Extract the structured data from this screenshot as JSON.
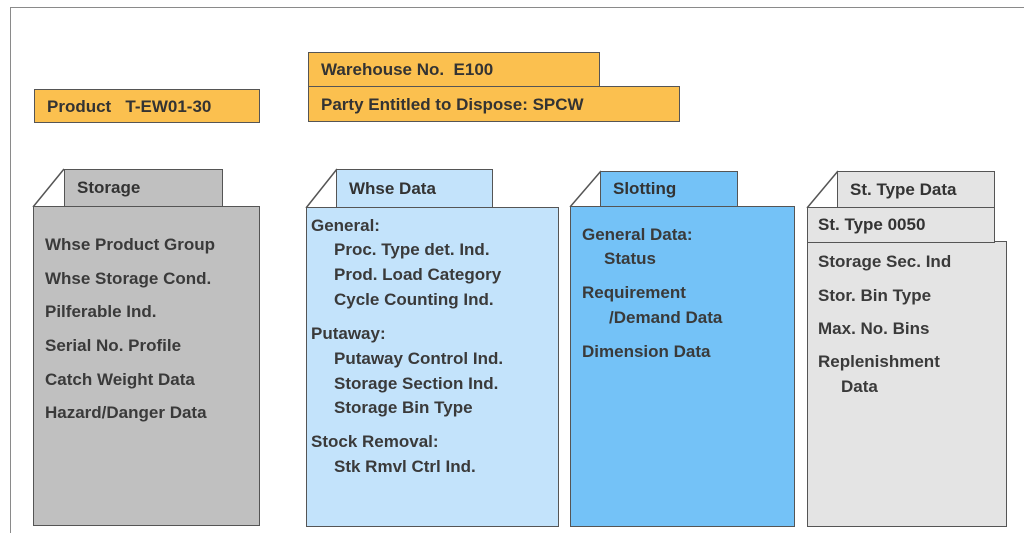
{
  "top_boxes": {
    "product": "Product   T-EW01-30",
    "warehouse": "Warehouse No.  E100",
    "party": "Party Entitled to Dispose: SPCW"
  },
  "storage": {
    "tab": "Storage",
    "lines": [
      "Whse Product Group",
      "Whse Storage Cond.",
      "Pilferable Ind.",
      "Serial No. Profile",
      "Catch Weight Data",
      "Hazard/Danger Data"
    ]
  },
  "whse_data": {
    "tab": "Whse Data",
    "general_header": "General:",
    "general_items": [
      "Proc. Type det. Ind.",
      "Prod. Load Category",
      "Cycle Counting Ind."
    ],
    "putaway_header": "Putaway:",
    "putaway_items": [
      "Putaway Control Ind.",
      "Storage Section Ind.",
      "Storage Bin Type"
    ],
    "removal_header": "Stock Removal:",
    "removal_items": [
      "Stk Rmvl Ctrl Ind."
    ]
  },
  "slotting": {
    "tab": "Slotting",
    "general_header": "General Data:",
    "general_item": "Status",
    "req_line1": "Requirement",
    "req_line2": "/Demand Data",
    "dimension": "Dimension Data"
  },
  "st_type": {
    "tab": "St. Type Data",
    "subtab": "St. Type 0050",
    "lines": [
      "Storage Sec. Ind",
      "Stor. Bin Type",
      "Max. No. Bins",
      "Replenishment"
    ],
    "last_line": "Data"
  },
  "colors": {
    "orange": "#fbc04f",
    "gray": "#c0c0c0",
    "light_gray": "#e4e4e4",
    "light_blue": "#c3e3fb",
    "blue": "#74c2f7"
  }
}
